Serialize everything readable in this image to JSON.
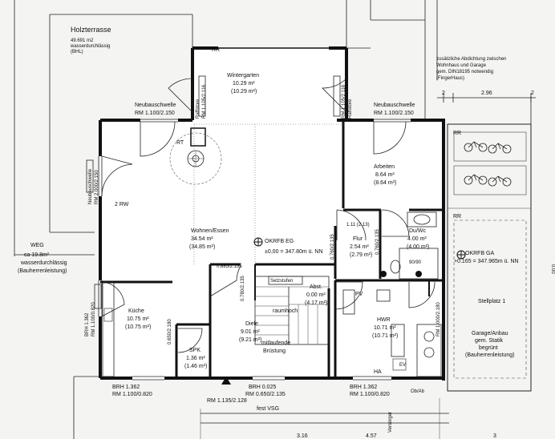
{
  "rooms": {
    "holzterrasse": {
      "name": "Holzterrasse",
      "area": "49.691 m2",
      "l1": "wasserdurchlässig",
      "l2": "(BHL)"
    },
    "wintergarten": {
      "name": "Wintergarten",
      "a1": "10.29 m²",
      "a2": "(10.29 m²)"
    },
    "arbeiten": {
      "name": "Arbeiten",
      "a1": "8.64 m²",
      "a2": "(8.64 m²)"
    },
    "wohnen": {
      "name": "Wohnen/Essen",
      "a1": "34.54 m²",
      "a2": "(34.85 m²)"
    },
    "flur": {
      "name": "Flur",
      "a1": "2.54 m²",
      "a2": "(2.79 m²)"
    },
    "duwc": {
      "name": "Du/Wc",
      "a1": "4.00 m²",
      "a2": "(4.00 m²)"
    },
    "kueche": {
      "name": "Küche",
      "a1": "10.75 m²",
      "a2": "(10.75 m²)"
    },
    "diele": {
      "name": "Diele",
      "a1": "9.01 m²",
      "a2": "(9.21 m²)"
    },
    "abst": {
      "name": "Abst.",
      "a1": "0.00 m²",
      "a2": "(4.17 m²)"
    },
    "hwr": {
      "name": "HWR",
      "a1": "10.71 m²",
      "a2": "(10.71 m²)"
    },
    "spk": {
      "name": "SPK",
      "a1": "1.36 m²",
      "a2": "(1.46 m²)"
    },
    "weg": {
      "name": "WEG",
      "l1": "ca 19.8m²",
      "l2": "wasserdurchlässig",
      "l3": "(Bauherrenleistung)"
    },
    "garage": {
      "l1": "Garage/Anbau",
      "l2": "gem. Statik",
      "l3": "begrünt",
      "l4": "(Bauherrenleistung)"
    },
    "stellplatz": "Stellplatz 1"
  },
  "levels": {
    "eg_label": "OKRFB EG",
    "eg_value": "±0.00 = 347.80m ü. NN",
    "ga_label": "OKRFB GA",
    "ga_value": "+0.165 = 347.965m ü. NN"
  },
  "openings": {
    "neubau_left": "Neubauschwelle",
    "neubau_left_rm": "RM 1.100/2.150",
    "neubau_right": "Neubauschwelle",
    "neubau_right_rm": "RM 1.100/2.150",
    "neubau_vertical": "Neubauschwelle",
    "neubau_vertical_rm": "RM 2.000/2.150",
    "raffstore_left": "Raffstore",
    "raffstore_left_rm": "RM 1.105/2.116",
    "raffstore_right": "Raffstore",
    "raffstore_right_rm": "RM 1.105/2.116",
    "brh_left": "BRH 1.362",
    "brh_left_rm": "RM 1.100/0.820",
    "brh_bottom_left": "BRH 1.362",
    "brh_bottom_left_rm": "RM 1.100/0.820",
    "brh_bottom_mid": "BRH 0.025",
    "brh_bottom_mid_rm": "RM 0.650/2.135",
    "brh_bottom_right": "BRH 1.362",
    "brh_bottom_right_rm": "RM 1.100/0.820",
    "entry_rm": "RM 1.135/2.128",
    "fest_vsg": "fest VSG",
    "flur_door": "0.760/2.135",
    "door_780": "0.780/2.135",
    "door_885": "0.885/2.135",
    "door_2135": "0.760/2.135",
    "door_garage": "RM 1.000/2.180",
    "spk_door": "0.650/2.180",
    "dim_top": "1.11 (2.13)",
    "wc_door": "0.760/2.135"
  },
  "labels": {
    "rr": "RR",
    "rt": "RT",
    "two_rw": "2 RW",
    "raumhoch": "raumhoch",
    "setzstufen": "Setzstufen",
    "mitlaufende_1": "mitlaufende",
    "mitlaufende_2": "Brüstung",
    "pv": "PV",
    "ha": "HA",
    "ev": "EV",
    "versorger": "Versorger",
    "obab": "Ob/Ab",
    "num_90_90": "90/90",
    "abdichtung_1": "zusätzliche Abdichtung zwischen",
    "abdichtung_2": "Wohnhaus und Garage",
    "abdichtung_3": "gem. DIN18195 notwendig",
    "abdichtung_4": "(FingerHaus)"
  },
  "dimensions": {
    "d2a": "2",
    "d296": "2.96",
    "d2b": "2",
    "d316": "3.16",
    "d457": "4.57",
    "d3": "3",
    "d0": "0.00"
  },
  "colors": {
    "wall": "#111111",
    "paper": "#f4f4f2",
    "floor": "#ffffff"
  }
}
